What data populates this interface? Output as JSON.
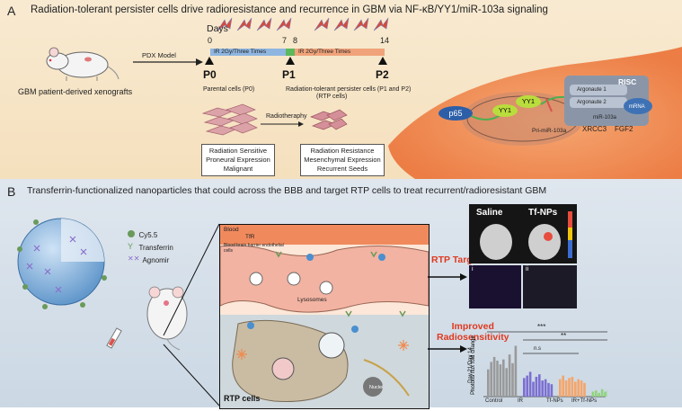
{
  "panel_a": {
    "label": "A",
    "title": "Radiation-tolerant persister cells drive radioresistance and recurrence in GBM via NF-κB/YY1/miR-103a signaling",
    "pdx_model": "PDX Model",
    "mouse_caption": "GBM patient-derived xenografts",
    "days_label": "Days",
    "day_ticks": [
      "0",
      "7",
      "8",
      "14"
    ],
    "ir_bar_1": "IR 2Gy/Three Times",
    "ir_bar_2": "IR 2Gy/Three Times",
    "p0": "P0",
    "p1": "P1",
    "p2": "P2",
    "parental": "Parental cells (P0)",
    "persister": "Radiation-tolerant persister cells (P1 and P2)",
    "rtp_cells": "(RTP cells)",
    "radiotherapy": "Radiotheraphy",
    "left_box": [
      "Radiation Sensitive",
      "Proneural Expression",
      "Malignant"
    ],
    "right_box": [
      "Radiation Resistance",
      "Mesenchymal Expression",
      "Recurrent Seeds"
    ],
    "pathway": {
      "p65": "p65",
      "yy1_a": "YY1",
      "yy1_b": "YY1",
      "pri_mir": "Pri-miR-103a",
      "risc": "RISC",
      "argonaute1": "Argonaute 1",
      "argonaute2": "Argonaute 2",
      "mir": "miR-103a",
      "mrna": "mRNA",
      "xrcc3": "XRCC3",
      "fgf2": "FGF2"
    },
    "colors": {
      "ir_bar_1": "#8fb6e0",
      "ir_bar_2": "#f0a37a",
      "green": "#5cb85c",
      "cell": "#ef8a4e"
    }
  },
  "panel_b": {
    "label": "B",
    "title": "Transferrin-functionalized nanoparticles that could across the BBB and target RTP cells to treat recurrent/radioresistant GBM",
    "legend": {
      "cy55": "Cy5.5",
      "transferrin": "Transferrin",
      "agnomir": "Agnomir"
    },
    "inset": {
      "blood": "Blood",
      "tfr": "TfR",
      "bbb": "Blood brain barrier endothelial cells",
      "lysosomes": "Lysosomes",
      "nuclei": "Nuclei",
      "rtp": "RTP cells"
    },
    "rtp_targeted": "RTP Targeted",
    "improved": [
      "Improved",
      "Radiosensitivity"
    ],
    "imaging": {
      "saline": "Saline",
      "tf_nps": "Tf-NPs",
      "panel_i": "i",
      "panel_ii": "ii"
    },
    "sig": [
      "***",
      "**",
      "n.s"
    ],
    "ylabel_1": "Photons flux fold change",
    "ylabel_2": "Day 21/Day 14",
    "groups": [
      "Control",
      "IR",
      "Tf-NPs",
      "IR+Tf-NPs"
    ]
  },
  "chart_data": {
    "type": "bar",
    "categories": [
      "Control",
      "IR",
      "Tf-NPs",
      "IR+Tf-NPs"
    ],
    "series": [
      {
        "values": [
          2.2,
          2.8,
          3.2,
          2.9,
          2.6,
          3.0,
          2.3,
          3.4,
          2.7,
          4.1
        ]
      },
      {
        "values": [
          1.5,
          1.7,
          2.0,
          1.2,
          1.6,
          1.8,
          1.3,
          1.4,
          1.1,
          1.0
        ]
      },
      {
        "values": [
          1.4,
          1.7,
          1.3,
          1.5,
          1.6,
          1.2,
          1.4,
          1.3,
          1.1
        ]
      },
      {
        "values": [
          0.4,
          0.5,
          0.3,
          0.6,
          0.4,
          0.5,
          0.3,
          0.4,
          0.5
        ]
      }
    ],
    "colors": [
      "#9a9a9a",
      "#7b6fd1",
      "#f5a56a",
      "#8fd47c"
    ],
    "ylim": [
      0,
      4.5
    ]
  }
}
